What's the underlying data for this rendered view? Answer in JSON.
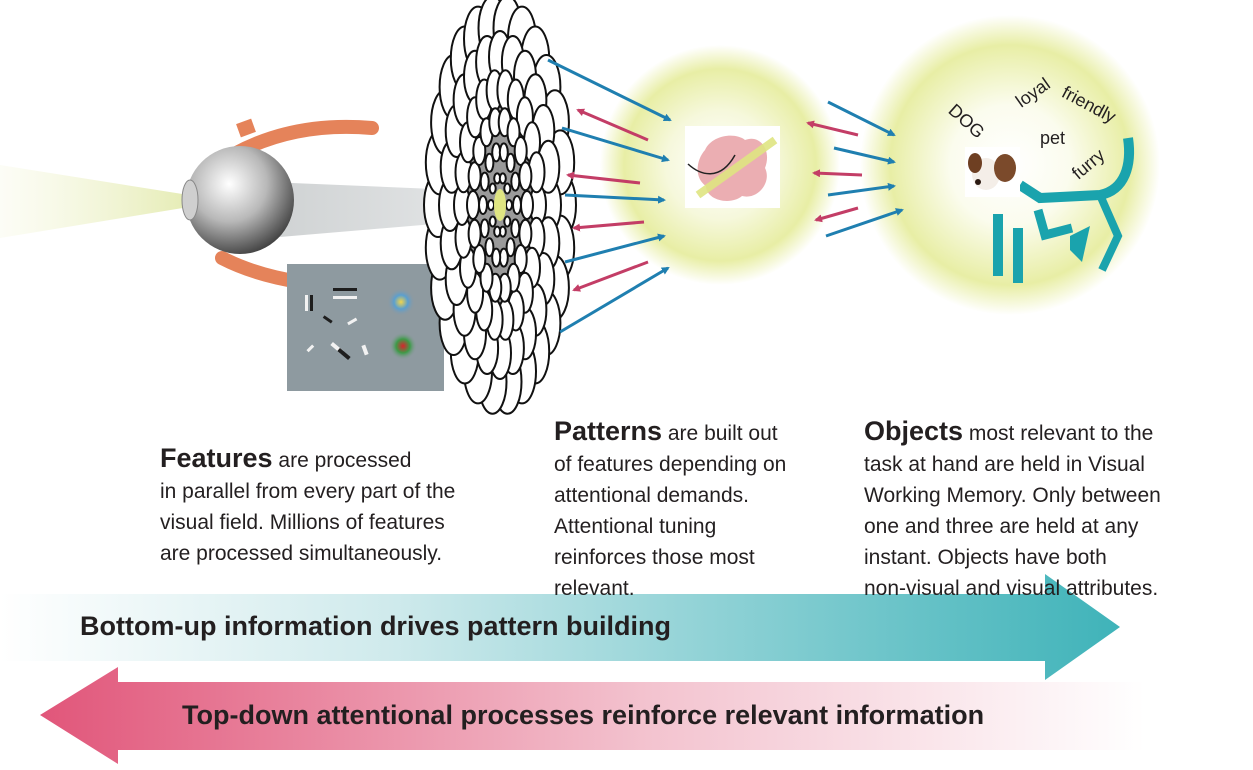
{
  "features": {
    "lead": "Features",
    "text": " are processed\nin parallel from every part of the\nvisual field.  Millions of features\nare processed simultaneously."
  },
  "patterns": {
    "lead": "Patterns",
    "text": " are built out\nof features depending on\nattentional demands.\nAttentional tuning\nreinforces those most\nrelevant."
  },
  "objects": {
    "lead": "Objects",
    "text": " most relevant to the\ntask at hand are held in Visual\nWorking Memory.  Only between\none and three are held at any\n instant. Objects have both\nnon-visual and visual attributes."
  },
  "dog_words": {
    "dog": "DOG",
    "loyal": "loyal",
    "friendly": "friendly",
    "pet": "pet",
    "furry": "furry"
  },
  "bottom_up": "Bottom-up information drives pattern building",
  "top_down": "Top-down attentional processes reinforce relevant information",
  "colors": {
    "bottom_up_arrow": "#3fb3b9",
    "top_down_arrow": "#e1567a",
    "feedforward": "#1f7fb0",
    "feedback": "#c33d66",
    "dog_outline": "#1aa3ad",
    "eye_muscle": "#e5835a",
    "glow": "#e8eea5"
  }
}
